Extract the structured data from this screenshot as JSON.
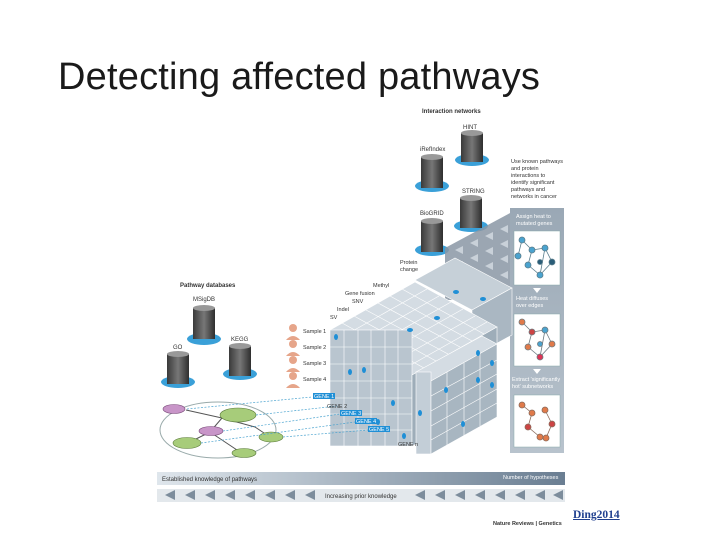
{
  "title": "Detecting affected pathways",
  "citation": "Ding2014",
  "figure": {
    "interaction_networks": {
      "heading": "Interaction networks",
      "databases": [
        "HINT",
        "iRefIndex",
        "STRING",
        "BioGRID"
      ]
    },
    "pathway_databases": {
      "heading": "Pathway databases",
      "databases": [
        "MSigDB",
        "GO",
        "KEGG"
      ]
    },
    "side_note": [
      "Use known pathways",
      "and protein",
      "interactions to",
      "identify significant",
      "pathways and",
      "networks in cancer"
    ],
    "mutation_types": [
      "Protein",
      "change",
      "Methyl",
      "Gene fusion",
      "SNV",
      "Indel",
      "SV"
    ],
    "samples": [
      "Sample 1",
      "Sample 2",
      "Sample 3",
      "Sample 4"
    ],
    "genes": [
      "GENE 1",
      "GENE 2",
      "GENE 3",
      "GENE 4",
      "GENE 5",
      "GENE n"
    ],
    "heat_steps": [
      [
        "Assign heat to",
        "mutated genes"
      ],
      [
        "Heat diffuses",
        "over edges"
      ],
      [
        "Extract 'significantly",
        "hot' subnetworks"
      ]
    ],
    "bars": {
      "established": "Established knowledge of pathways",
      "hypotheses": "Number of hypotheses",
      "prior": "Increasing prior knowledge"
    },
    "source": "Nature Reviews | Genetics"
  }
}
